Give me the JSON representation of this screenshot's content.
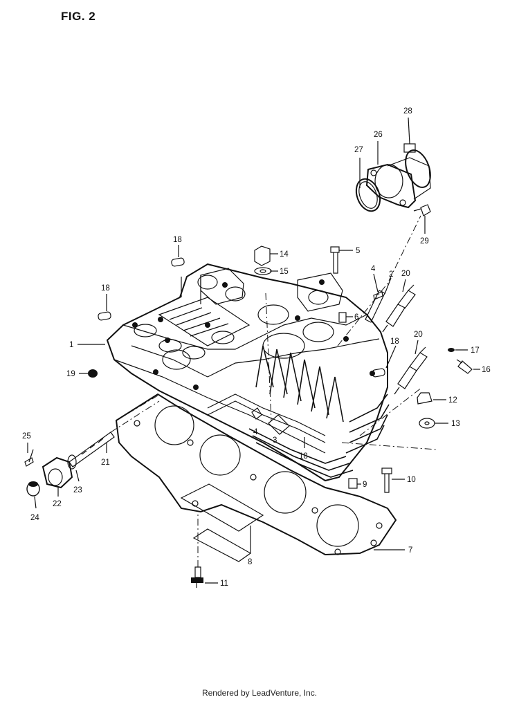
{
  "figure": {
    "title": "FIG. 2",
    "footer": "Rendered by LeadVenture, Inc."
  },
  "callouts": {
    "c1": "1",
    "c2": "2",
    "c3": "3",
    "c4a": "4",
    "c4b": "4",
    "c5": "5",
    "c6": "6",
    "c7": "7",
    "c8": "8",
    "c9": "9",
    "c10": "10",
    "c11": "11",
    "c12": "12",
    "c13": "13",
    "c14": "14",
    "c15": "15",
    "c16": "16",
    "c17": "17",
    "c18a": "18",
    "c18b": "18",
    "c18c": "18",
    "c18d": "18",
    "c19": "19",
    "c20a": "20",
    "c20b": "20",
    "c21": "21",
    "c22": "22",
    "c23": "23",
    "c24": "24",
    "c25": "25",
    "c26": "26",
    "c27": "27",
    "c28": "28",
    "c29": "29"
  }
}
